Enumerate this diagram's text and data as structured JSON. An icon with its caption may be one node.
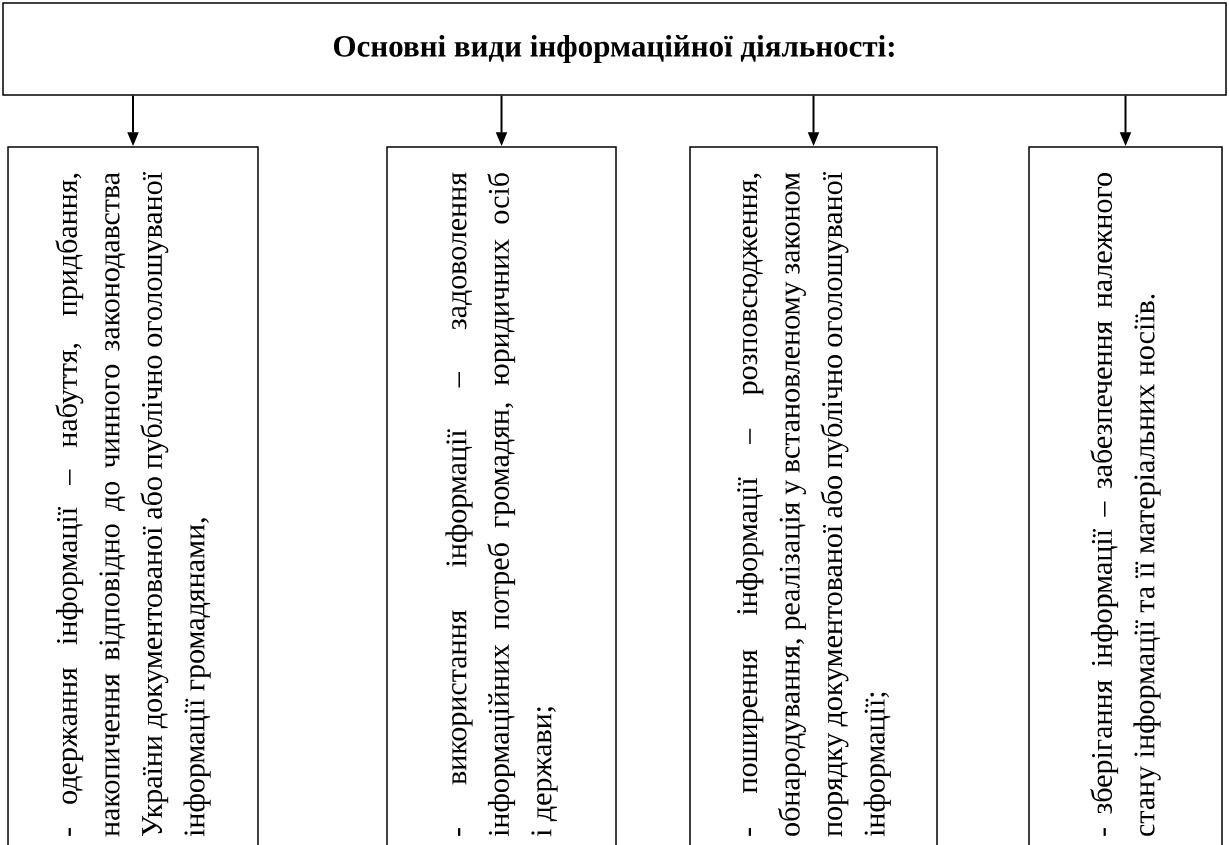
{
  "diagram": {
    "nodes": [
      {
        "text": [
          "Основні види інформаційної діяльності:"
        ]
      },
      {
        "text": [
          "- одержання інформації – набуття, придбання, накопичення відповідно до чинного законодавства України документованої або публічно оголошуваної інформації громадянами,"
        ]
      },
      {
        "text": [
          "- використання інформації – задоволення інформаційних потреб громадян, юридичних осіб і держави;"
        ]
      },
      {
        "text": [
          "- поширення інформації – розповсюдження, обнародування, реалізація у встановленому законом порядку документованої або публічно оголошуваної інформації;"
        ]
      },
      {
        "text": [
          "- зберігання інформації – забезпечення належного стану інформації та її матеріальних носіїв."
        ]
      }
    ],
    "edges": [
      {
        "from": 0,
        "to": 1,
        "arrow": "to"
      },
      {
        "from": 0,
        "to": 2,
        "arrow": "to"
      },
      {
        "from": 0,
        "to": 3,
        "arrow": "to"
      },
      {
        "from": 0,
        "to": 4,
        "arrow": "to"
      }
    ]
  }
}
